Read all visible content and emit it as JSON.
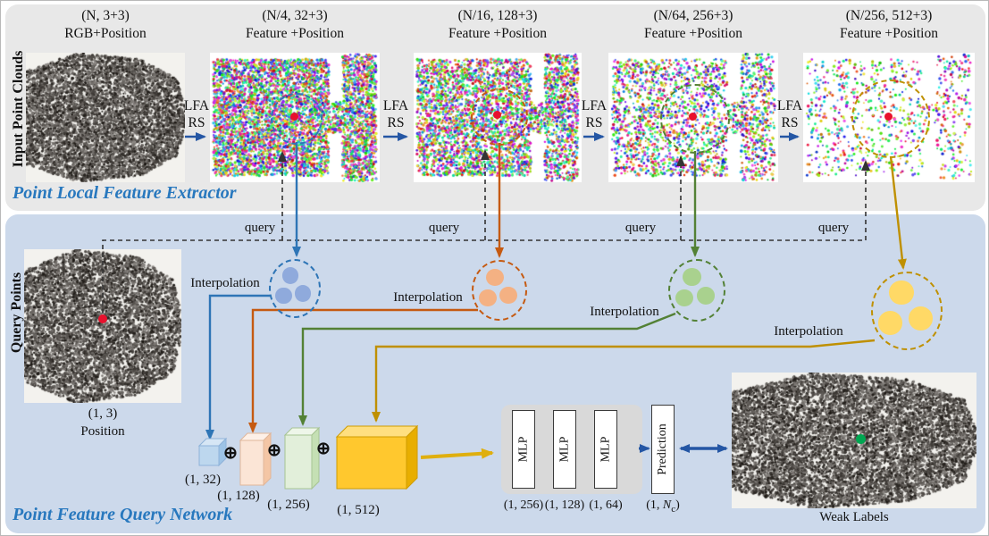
{
  "colors": {
    "stage_blue": "#2e75b6",
    "stage_orange": "#c55a11",
    "stage_green": "#538135",
    "stage_yellow": "#bf9000",
    "arrow_navy": "#2456a4",
    "gold_arrow": "#dfaf0e",
    "marker_red": "#e8112d",
    "marker_green": "#00a651",
    "top_panel_bg": "#e8e8e8",
    "bottom_panel_bg": "#ccd9eb",
    "title_blue": "#2878be",
    "feature_32": "#bdd7ee",
    "feature_128": "#fbe5d6",
    "feature_256": "#e2efda",
    "feature_512": "#ffc82e"
  },
  "top_panel": {
    "side_label": "Input Point Clouds",
    "title": "Point Local Feature Extractor",
    "stages": [
      {
        "dims": "(N, 3+3)",
        "desc": "RGB+Position"
      },
      {
        "dims": "(N/4, 32+3)",
        "desc": "Feature +Position"
      },
      {
        "dims": "(N/16, 128+3)",
        "desc": "Feature +Position"
      },
      {
        "dims": "(N/64, 256+3)",
        "desc": "Feature +Position"
      },
      {
        "dims": "(N/256, 512+3)",
        "desc": "Feature +Position"
      }
    ],
    "arrows": [
      {
        "line1": "LFA",
        "line2": "RS"
      },
      {
        "line1": "LFA",
        "line2": "RS"
      },
      {
        "line1": "LFA",
        "line2": "RS"
      },
      {
        "line1": "LFA",
        "line2": "RS"
      }
    ]
  },
  "bottom_panel": {
    "side_label": "Query Points",
    "title": "Point Feature Query Network",
    "query_labels": [
      "query",
      "query",
      "query",
      "query"
    ],
    "interpolation_labels": [
      "Interpolation",
      "Interpolation",
      "Interpolation",
      "Interpolation"
    ],
    "query_point": {
      "dims": "(1, 3)",
      "desc": "Position"
    },
    "plus": "⊕",
    "features": [
      {
        "dims": "(1, 32)"
      },
      {
        "dims": "(1, 128)"
      },
      {
        "dims": "(1, 256)"
      },
      {
        "dims": "(1, 512)"
      }
    ],
    "mlp": {
      "blocks": [
        "MLP",
        "MLP",
        "MLP"
      ],
      "prediction": "Prediction",
      "dims": [
        "(1, 256)",
        "(1, 128)",
        "(1, 64)"
      ],
      "pred_dim": {
        "prefix": "(1, ",
        "variable": "N",
        "subscript": "c",
        "suffix": ")"
      }
    },
    "weak_labels_caption": "Weak Labels"
  }
}
